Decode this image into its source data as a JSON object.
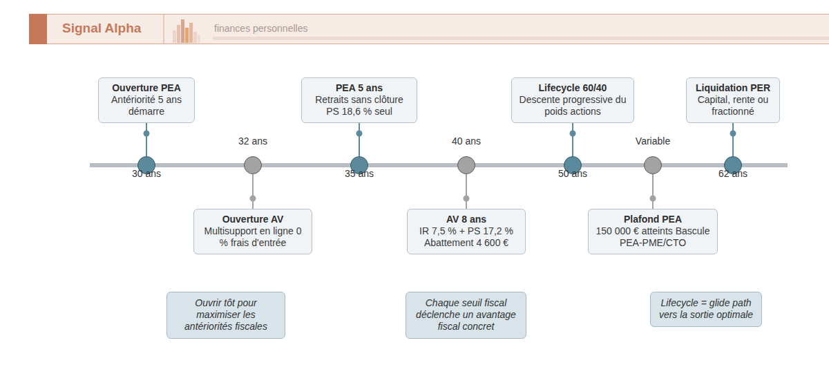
{
  "diagram": {
    "title": "Signal Alpha",
    "nodes": [
      {
        "text": [
          "Ouverture PEA",
          "Antériorité 5 ans démarre"
        ]
      },
      {
        "text": [
          "PEA 5 ans",
          "Retraits sans clôture PS 18,6 % seul"
        ]
      },
      {
        "text": [
          "Lifecycle 60/40",
          "Descente progressive du poids actions"
        ]
      },
      {
        "text": [
          "Liquidation PER",
          "Capital, rente ou fractionné"
        ]
      },
      {
        "text": [
          "30 ans"
        ]
      },
      {
        "text": [
          "32 ans"
        ]
      },
      {
        "text": [
          "35 ans"
        ]
      },
      {
        "text": [
          "40 ans"
        ]
      },
      {
        "text": [
          "50 ans"
        ]
      },
      {
        "text": [
          "Variable"
        ]
      },
      {
        "text": [
          "62 ans"
        ]
      },
      {
        "text": [
          "Ouverture AV",
          "Multisupport en ligne 0 % frais d'entrée"
        ]
      },
      {
        "text": [
          "AV 8 ans",
          "IR 7,5 % + PS 17,2 % Abattement 4 600 €"
        ]
      },
      {
        "text": [
          "Plafond PEA",
          "150 000 € atteints Bascule PEA-PME/CTO"
        ]
      },
      {
        "text": [
          "Ouvrir tôt pour maximiser les antériorités fiscales"
        ]
      },
      {
        "text": [
          "Chaque seuil fiscal déclenche un avantage fiscal concret"
        ]
      },
      {
        "text": [
          "Lifecycle = glide path vers la sortie optimale"
        ]
      }
    ],
    "edges": [
      {
        "from": 0,
        "to": 4,
        "arrow": "none"
      },
      {
        "from": 1,
        "to": 6,
        "arrow": "none"
      },
      {
        "from": 2,
        "to": 8,
        "arrow": "none"
      },
      {
        "from": 3,
        "to": 10,
        "arrow": "none"
      },
      {
        "from": 11,
        "to": 5,
        "arrow": "none"
      },
      {
        "from": 12,
        "to": 7,
        "arrow": "none"
      },
      {
        "from": 13,
        "to": 9,
        "arrow": "none"
      }
    ],
    "labels": [
      "finances personnelles"
    ]
  }
}
